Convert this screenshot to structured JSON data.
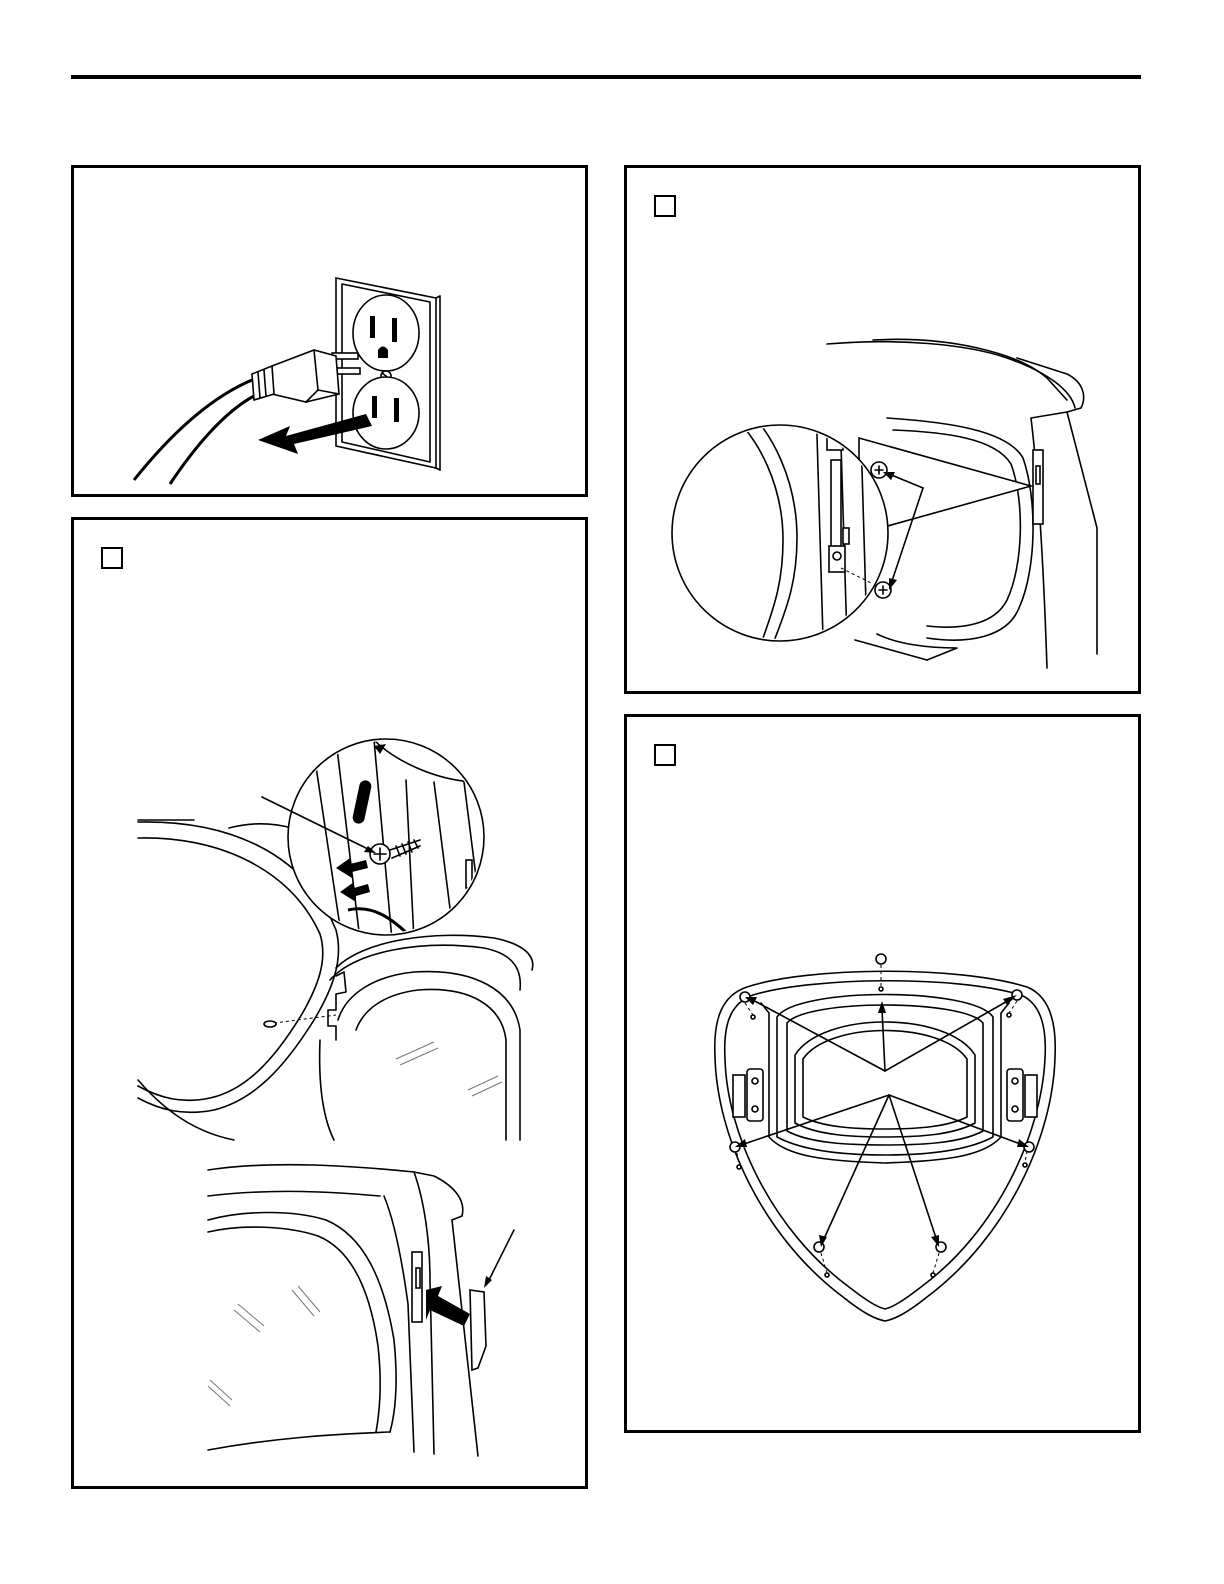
{
  "page": {
    "header_rule": "rule",
    "panels": [
      {
        "id": "unplug",
        "illustration": "plug-outlet-illustration",
        "step_box": false
      },
      {
        "id": "remove-hinge-cover",
        "illustration": "door-hinge-screw-illustration",
        "step_box": true
      },
      {
        "id": "remove-door-screws",
        "illustration": "door-hinge-detail-illustration",
        "step_box": true
      },
      {
        "id": "remove-inner-door-screws",
        "illustration": "door-inner-panel-illustration",
        "step_box": true
      }
    ]
  }
}
